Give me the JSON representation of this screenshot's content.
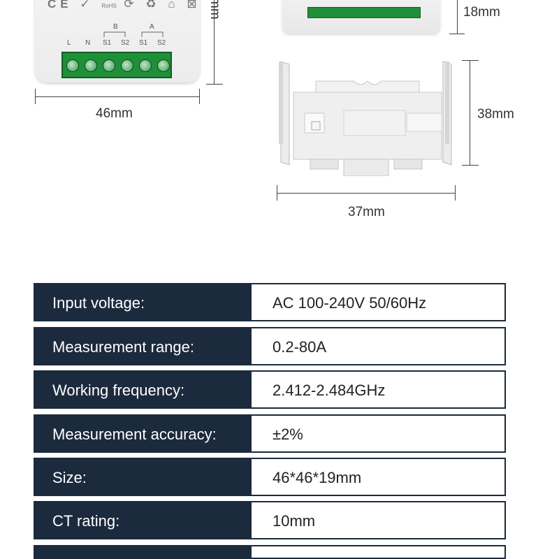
{
  "device": {
    "certifications": [
      "CE",
      "✓",
      "RoHS",
      "⟳",
      "♻",
      "⌂",
      "⊠"
    ],
    "group_labels": [
      "B",
      "A"
    ],
    "terminals": [
      "L",
      "N",
      "S1",
      "S2",
      "S1",
      "S2"
    ]
  },
  "dimensions": {
    "width_front": "46mm",
    "depth": "18mm",
    "bracket_height": "38mm",
    "bracket_width": "37mm",
    "height_partial": "mm"
  },
  "specs": [
    {
      "label": "Input voltage:",
      "value": "AC 100-240V 50/60Hz"
    },
    {
      "label": "Measurement range:",
      "value": "0.2-80A"
    },
    {
      "label": "Working frequency:",
      "value": "2.412-2.484GHz"
    },
    {
      "label": "Measurement accuracy:",
      "value": "±2%"
    },
    {
      "label": "Size:",
      "value": "46*46*19mm"
    },
    {
      "label": "CT rating:",
      "value": "10mm"
    }
  ],
  "colors": {
    "navy": "#1c2a3e",
    "terminal_green": "#1f8f3a"
  }
}
